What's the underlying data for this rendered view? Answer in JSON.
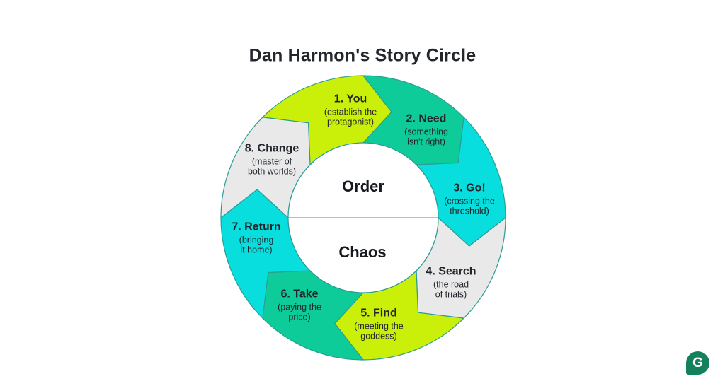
{
  "title": "Dan Harmon's Story Circle",
  "center_labels": {
    "top": "Order",
    "bottom": "Chaos"
  },
  "colors": {
    "lime": "#CAF00A",
    "green": "#0DCC99",
    "cyan": "#08DEDE",
    "gray": "#E9E9E9",
    "outline": "#2E9C94",
    "divider": "#2E9C94",
    "text": "#22262B",
    "logo_green": "#15805C",
    "background": "#FFFFFF"
  },
  "segments": [
    {
      "title": "1. You",
      "sub": [
        "(establish the",
        "protagonist)"
      ],
      "color": "#CAF00A"
    },
    {
      "title": "2. Need",
      "sub": [
        "(something",
        "isn't right)"
      ],
      "color": "#0DCC99"
    },
    {
      "title": "3. Go!",
      "sub": [
        "(crossing the",
        "threshold)"
      ],
      "color": "#08DEDE"
    },
    {
      "title": "4. Search",
      "sub": [
        "(the road",
        "of trials)"
      ],
      "color": "#E9E9E9"
    },
    {
      "title": "5. Find",
      "sub": [
        "(meeting the",
        "goddess)"
      ],
      "color": "#CAF00A"
    },
    {
      "title": "6. Take",
      "sub": [
        "(paying the",
        "price)"
      ],
      "color": "#0DCC99"
    },
    {
      "title": "7. Return",
      "sub": [
        "(bringing",
        "it home)"
      ],
      "color": "#08DEDE"
    },
    {
      "title": "8. Change",
      "sub": [
        "(master of",
        "both worlds)"
      ],
      "color": "#E9E9E9"
    }
  ],
  "logo": {
    "letter": "G"
  }
}
